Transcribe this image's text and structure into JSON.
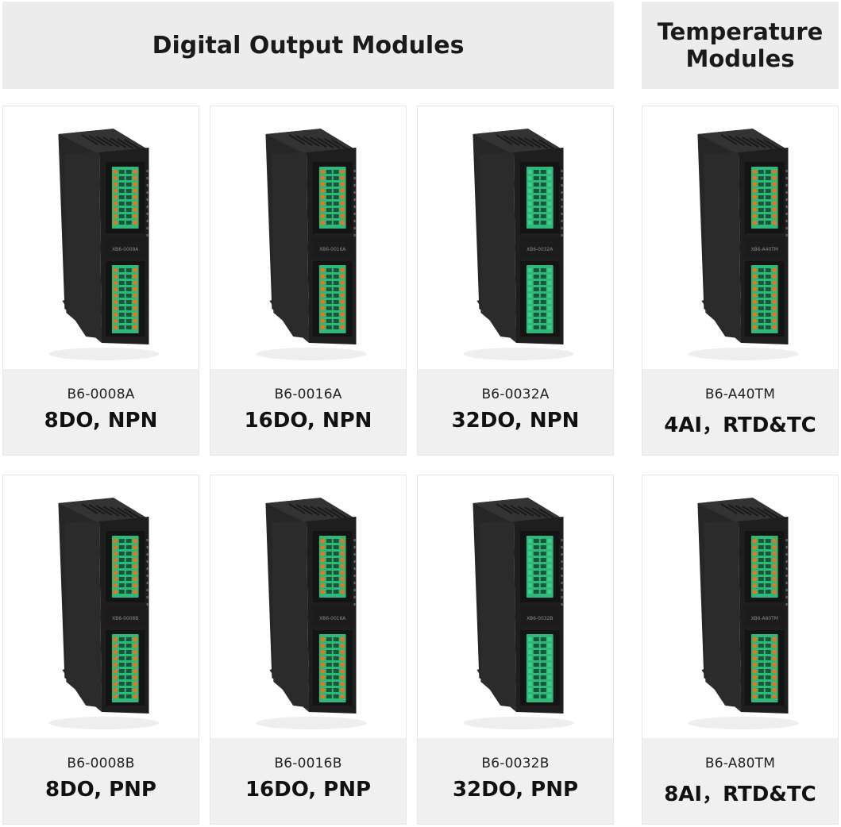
{
  "headers": {
    "digital": "Digital Output Modules",
    "temperature_line1": "Temperature",
    "temperature_line2": "Modules"
  },
  "modules": [
    {
      "model": "B6-0008A",
      "spec": "8DO, NPN",
      "label": "XB6-0008A",
      "terminal_color": "orange"
    },
    {
      "model": "B6-0016A",
      "spec": "16DO, NPN",
      "label": "XB6-0016A",
      "terminal_color": "orange"
    },
    {
      "model": "B6-0032A",
      "spec": "32DO, NPN",
      "label": "XB6-0032A",
      "terminal_color": "green"
    },
    {
      "model": "B6-A40TM",
      "spec": "4AI，RTD&TC",
      "label": "XB6-A40TM",
      "terminal_color": "orange"
    },
    {
      "model": "B6-0008B",
      "spec": "8DO, PNP",
      "label": "XB6-0008B",
      "terminal_color": "orange"
    },
    {
      "model": "B6-0016B",
      "spec": "16DO, PNP",
      "label": "XB6-0016A",
      "terminal_color": "orange"
    },
    {
      "model": "B6-0032B",
      "spec": "32DO, PNP",
      "label": "XB6-0032B",
      "terminal_color": "green"
    },
    {
      "model": "B6-A80TM",
      "spec": "8AI，RTD&TC",
      "label": "XB6-A80TM",
      "terminal_color": "orange"
    }
  ],
  "colors": {
    "header_bg": "#ececec",
    "caption_bg": "#f0f0f0",
    "housing": "#1e1e1e",
    "terminal_green": "#2fb879",
    "terminal_orange": "#e8741e"
  }
}
